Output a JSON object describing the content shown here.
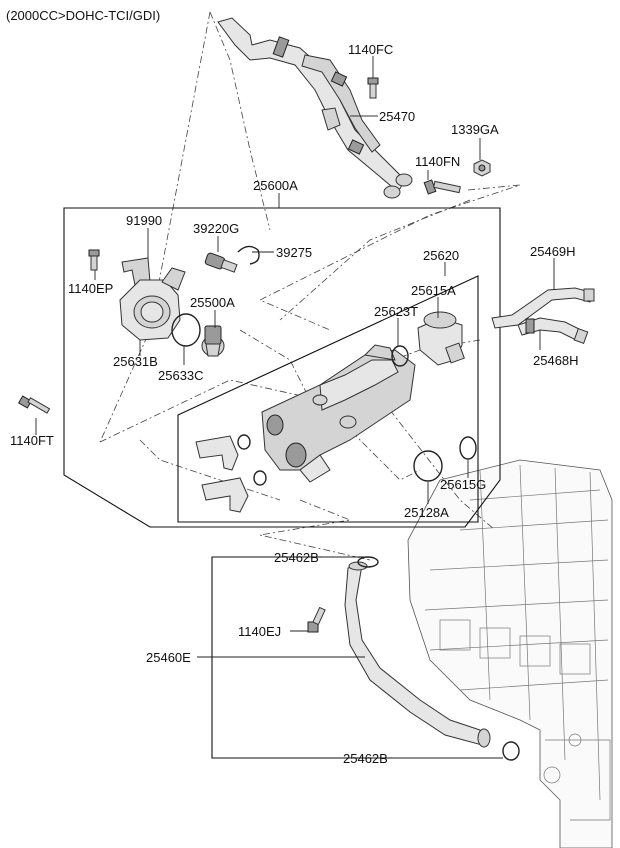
{
  "header": {
    "engine_spec": "(2000CC>DOHC-TCI/GDI)"
  },
  "callouts": {
    "c1140FC": "1140FC",
    "c25470": "25470",
    "c1339GA": "1339GA",
    "c1140FN": "1140FN",
    "c25600A": "25600A",
    "c91990": "91990",
    "c39220G": "39220G",
    "c39275": "39275",
    "c25620": "25620",
    "c25469H": "25469H",
    "c1140EP": "1140EP",
    "c25500A": "25500A",
    "c25615A": "25615A",
    "c25623T": "25623T",
    "c25631B": "25631B",
    "c25633C": "25633C",
    "c25468H": "25468H",
    "c1140FT": "1140FT",
    "c25615G": "25615G",
    "c25128A": "25128A",
    "c25462B_top": "25462B",
    "c1140EJ": "1140EJ",
    "c25460E": "25460E",
    "c25462B_bottom": "25462B"
  }
}
